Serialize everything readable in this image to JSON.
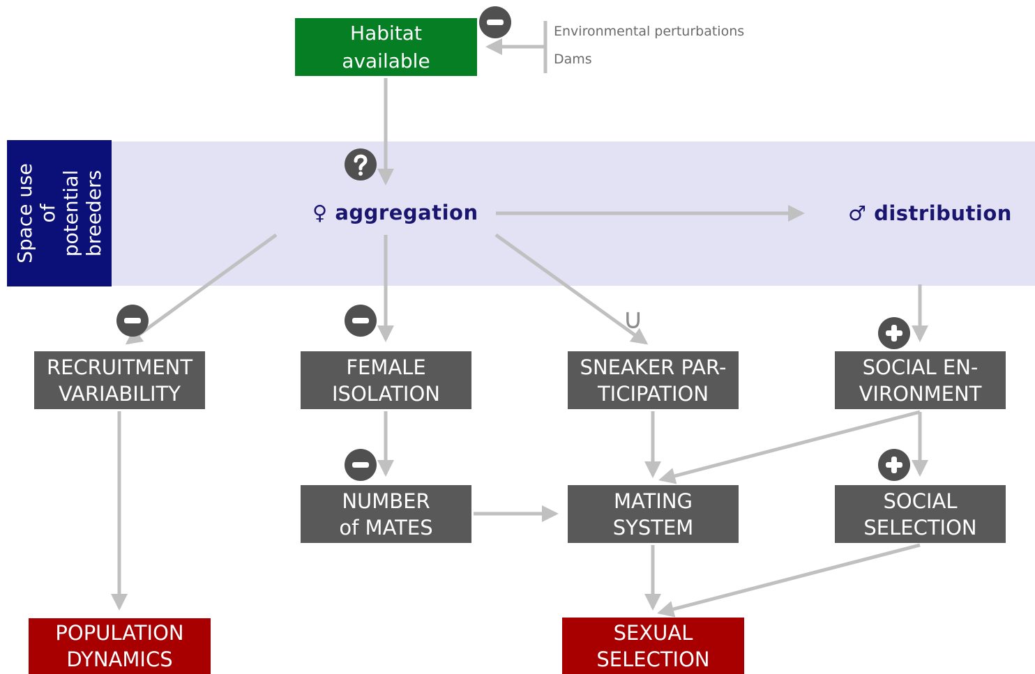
{
  "band": {
    "label": "Space use\nof potential\nbreeders"
  },
  "nodes": {
    "habitat": "Habitat\navailable",
    "female_aggregation": "♀ aggregation",
    "male_distribution": "♂ distribution",
    "recruitment": "RECRUITMENT\nVARIABILITY",
    "female_isolation": "FEMALE\nISOLATION",
    "sneaker": "SNEAKER PAR-\nTICIPATION",
    "social_env": "SOCIAL EN-\nVIRONMENT",
    "number_mates": "NUMBER\nof MATES",
    "mating_system": "MATING\nSYSTEM",
    "social_selection": "SOCIAL\nSELECTION",
    "population_dynamics": "POPULATION\nDYNAMICS",
    "sexual_selection": "SEXUAL\nSELECTION"
  },
  "perturbations": [
    "Environmental perturbations",
    "Dams"
  ],
  "signs": {
    "union": "∪"
  },
  "colors": {
    "band": "#e3e1f4",
    "band_label": "#0b0f78",
    "node_text": "#1a1670",
    "grey_box": "#595959",
    "red_box": "#a80000",
    "green_box": "#067f24",
    "arrow": "#c0c0c0",
    "sign": "#505050"
  }
}
